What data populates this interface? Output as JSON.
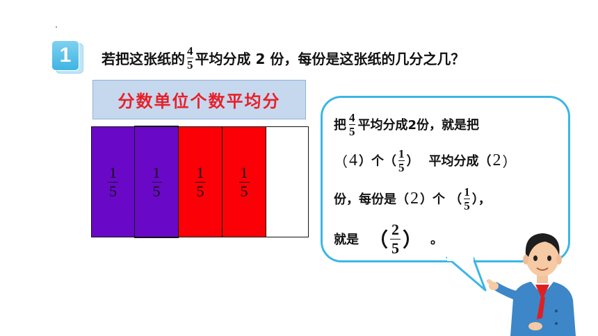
{
  "badge": {
    "number": "1"
  },
  "question": {
    "prefix": "若把这张纸的",
    "frac_num": "4",
    "frac_den": "5",
    "suffix": "平均分成 2 份，每份是这张纸的几分之几？"
  },
  "method_title": "分数单位个数平均分",
  "strip": {
    "cells": [
      {
        "num": "1",
        "den": "5",
        "color": "#6a08c8"
      },
      {
        "num": "1",
        "den": "5",
        "color": "#6a08c8"
      },
      {
        "num": "1",
        "den": "5",
        "color": "#fb0006"
      },
      {
        "num": "1",
        "den": "5",
        "color": "#fb0006"
      },
      {
        "num": "",
        "den": "",
        "color": "#ffffff"
      }
    ]
  },
  "bubble": {
    "line1": {
      "a": "把",
      "frac_num": "4",
      "frac_den": "5",
      "b": "平均分成2份，就是把"
    },
    "line2": {
      "p1": "（",
      "ans1": "4",
      "p2": "）个（",
      "frac_num": "1",
      "frac_den": "5",
      "p3": "）",
      "b": "平均分成（",
      "ans2": "2",
      "p4": "）"
    },
    "line3": {
      "a": "份，每份是（",
      "ans": "2",
      "b": "）个 （",
      "frac_num": "1",
      "frac_den": "5",
      "c": "），"
    },
    "line4": {
      "a": "就是",
      "p1": "（",
      "frac_num": "2",
      "frac_den": "5",
      "p2": "）",
      "b": "。"
    }
  },
  "colors": {
    "accent": "#3ab6e6",
    "red": "#fb0006",
    "purple": "#6a08c8",
    "title_bg": "#c6d8ee"
  }
}
